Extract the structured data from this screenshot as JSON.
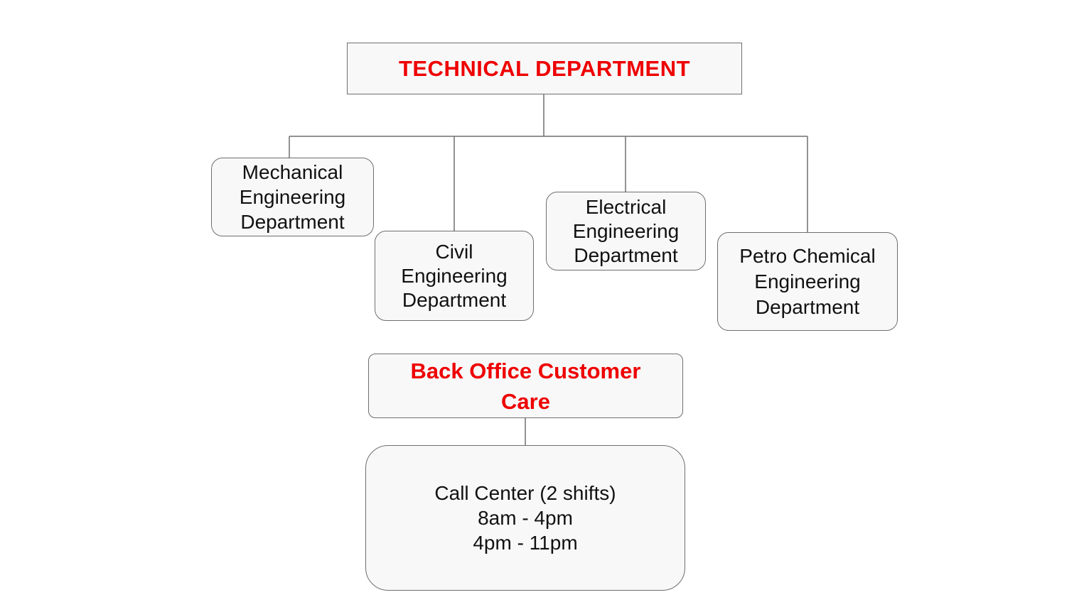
{
  "technical": {
    "title": "TECHNICAL DEPARTMENT"
  },
  "departments": [
    {
      "lines": [
        "Mechanical",
        "Engineering",
        "Department"
      ]
    },
    {
      "lines": [
        "Civil",
        "Engineering",
        "Department"
      ]
    },
    {
      "lines": [
        "Electrical",
        "Engineering",
        "Department"
      ]
    },
    {
      "lines": [
        "Petro Chemical",
        "Engineering",
        "Department"
      ]
    }
  ],
  "back_office": {
    "lines": [
      "Back Office Customer",
      "Care"
    ]
  },
  "call_center": {
    "lines": [
      "Call Center (2 shifts)",
      "8am - 4pm",
      "4pm - 11pm"
    ]
  },
  "colors": {
    "title_text": "#ee0000",
    "box_fill": "#f8f8f8",
    "box_border": "#6f6f6f",
    "connector": "#6f6f6f"
  }
}
